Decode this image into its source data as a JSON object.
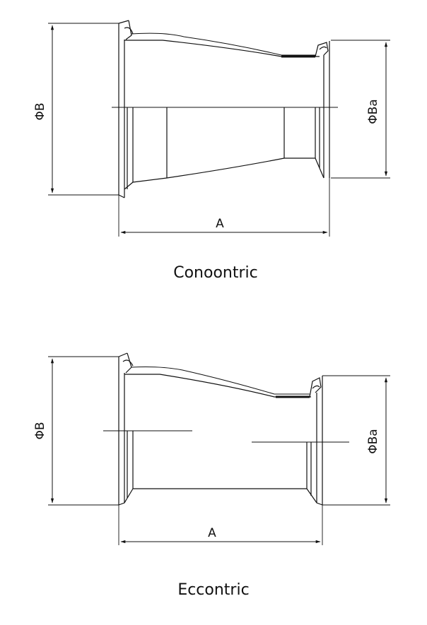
{
  "drawings": [
    {
      "caption": "Conoontric",
      "dim_diameter_large": "ΦB",
      "dim_diameter_small": "ΦBa",
      "dim_length": "A"
    },
    {
      "caption": "Eccontric",
      "dim_diameter_large": "ΦB",
      "dim_diameter_small": "ΦBa",
      "dim_length": "A"
    }
  ],
  "colors": {
    "line": "#111111",
    "background": "#ffffff"
  }
}
